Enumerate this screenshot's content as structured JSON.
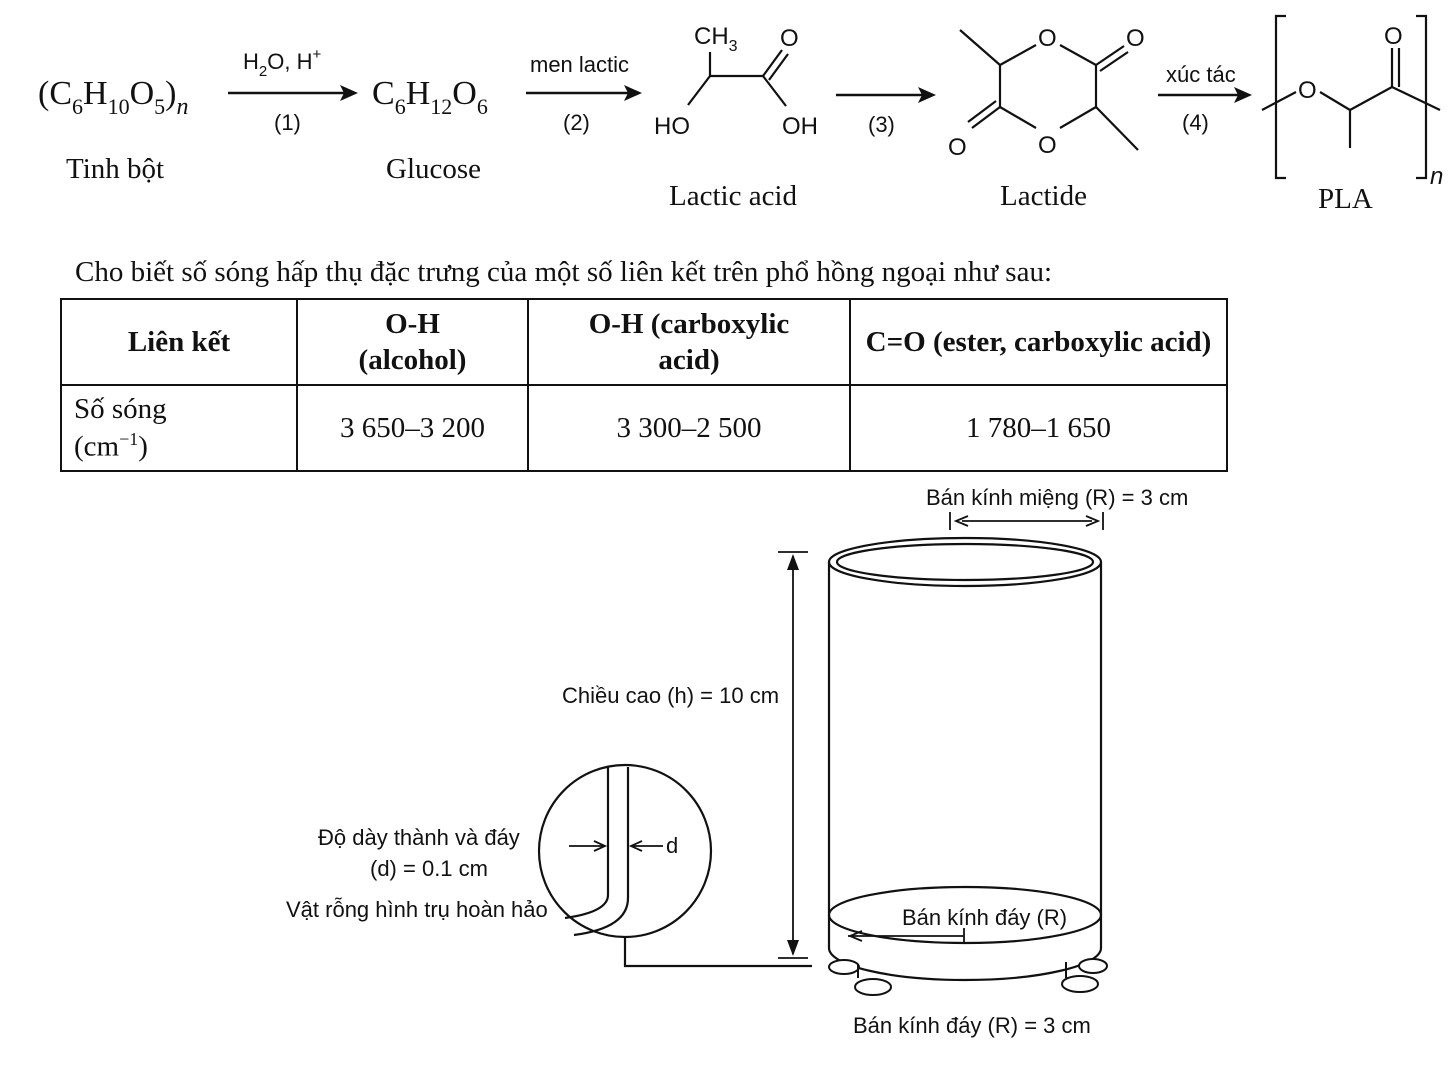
{
  "scheme": {
    "starch_formula_main": "(C",
    "sub6": "6",
    "h": "H",
    "sub10": "10",
    "o": "O",
    "sub5": "5",
    "close_paren": ")",
    "n": "n",
    "starch_name": "Tinh bột",
    "step1_reagent_h2o": "H",
    "step1_sub2": "2",
    "step1_rest": "O, H",
    "step1_plus": "+",
    "step1_num": "(1)",
    "glucose_c": "C",
    "glucose_sub6": "6",
    "glucose_h": "H",
    "glucose_sub12": "12",
    "glucose_o": "O",
    "glucose_sub6b": "6",
    "glucose_name": "Glucose",
    "step2_reagent": "men lactic",
    "step2_num": "(2)",
    "lactic_ch": "CH",
    "lactic_sub3": "3",
    "lactic_o": "O",
    "lactic_ho": "HO",
    "lactic_oh": "OH",
    "lactic_name": "Lactic acid",
    "step3_num": "(3)",
    "lactide_o": "O",
    "lactide_name": "Lactide",
    "step4_reagent": "xúc tác",
    "step4_num": "(4)",
    "pla_o": "O",
    "pla_n": "n",
    "pla_name": "PLA"
  },
  "ir": {
    "intro": "Cho biết số sóng hấp thụ đặc trưng của một số liên kết trên phổ hồng ngoại như sau:",
    "header_bond": "Liên kết",
    "header_oh_alcohol_1": "O-H",
    "header_oh_alcohol_2": "(alcohol)",
    "header_oh_acid_1": "O-H (carboxylic",
    "header_oh_acid_2": "acid)",
    "header_co": "C=O (ester, carboxylic acid)",
    "row_label_1": "Số sóng",
    "row_label_2a": "(cm",
    "row_label_sup": "−1",
    "row_label_2b": ")",
    "val_oh_alcohol": "3 650–3 200",
    "val_oh_acid": "3 300–2 500",
    "val_co": "1 780–1 650"
  },
  "cup": {
    "mouth_radius": "Bán kính miệng (R) = 3 cm",
    "height": "Chiều cao (h) = 10 cm",
    "thickness_1": "Độ dày thành và đáy",
    "thickness_2": "(d) = 0.1 cm",
    "d_label": "d",
    "hollow": "Vật rỗng hình trụ hoàn hảo",
    "base_radius_inner": "Bán kính đáy (R)",
    "base_radius": "Bán kính đáy (R) = 3 cm"
  }
}
